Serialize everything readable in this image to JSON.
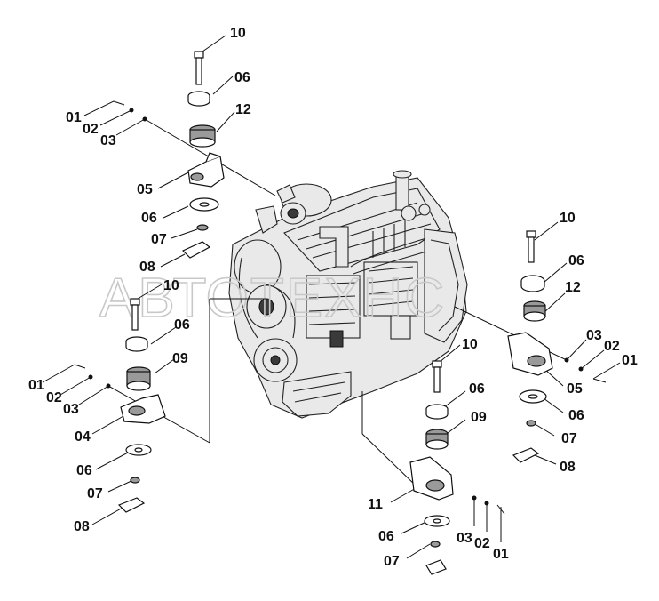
{
  "watermark": "АВТОТЕХНС",
  "callouts": {
    "tl_10": "10",
    "tl_06a": "06",
    "tl_12": "12",
    "tl_01": "01",
    "tl_02": "02",
    "tl_03": "03",
    "tl_05": "05",
    "tl_06b": "06",
    "tl_07": "07",
    "tl_08": "08",
    "ml_10": "10",
    "ml_06a": "06",
    "ml_09": "09",
    "ml_01": "01",
    "ml_02": "02",
    "ml_03": "03",
    "ml_04": "04",
    "ml_06b": "06",
    "ml_07": "07",
    "ml_08": "08",
    "r_10": "10",
    "r_06a": "06",
    "r_12": "12",
    "r_03": "03",
    "r_02": "02",
    "r_01": "01",
    "r_05": "05",
    "r_06b": "06",
    "r_07": "07",
    "r_08": "08",
    "b_10": "10",
    "b_06a": "06",
    "b_09": "09",
    "b_11": "11",
    "b_06b": "06",
    "b_07": "07",
    "b_03": "03",
    "b_02": "02",
    "b_01": "01"
  }
}
